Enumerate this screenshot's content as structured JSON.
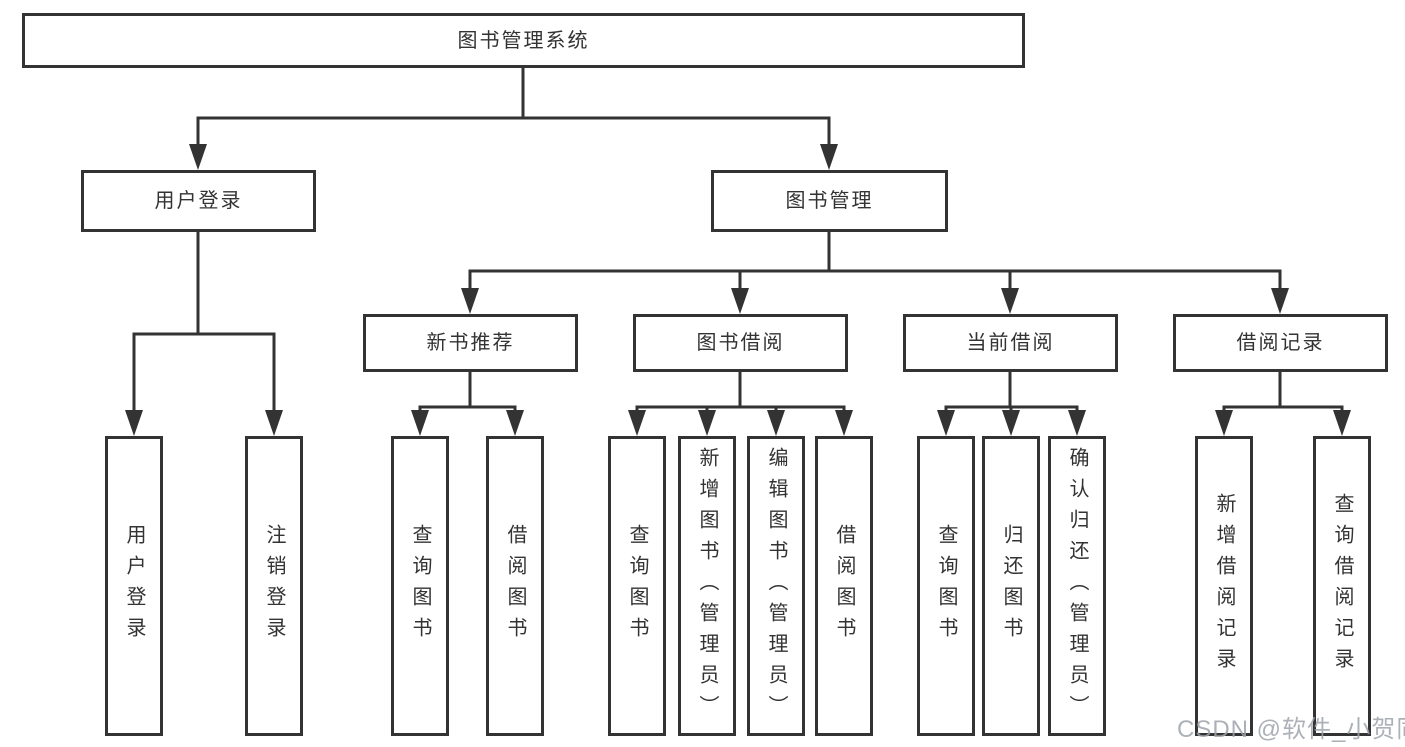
{
  "diagram": {
    "type": "hierarchy-tree",
    "line_color": "#333333",
    "text_color": "#333333",
    "background": "#ffffff"
  },
  "tree": {
    "root": "图书管理系统",
    "branches": [
      {
        "label": "用户登录",
        "leaves": [
          "用户登录",
          "注销登录"
        ]
      },
      {
        "label": "图书管理",
        "groups": [
          {
            "label": "新书推荐",
            "leaves": [
              "查询图书",
              "借阅图书"
            ]
          },
          {
            "label": "图书借阅",
            "leaves": [
              "查询图书",
              "新增图书（管理员）",
              "编辑图书（管理员）",
              "借阅图书"
            ]
          },
          {
            "label": "当前借阅",
            "leaves": [
              "查询图书",
              "归还图书",
              "确认归还（管理员）"
            ]
          },
          {
            "label": "借阅记录",
            "leaves": [
              "新增借阅记录",
              "查询借阅记录"
            ]
          }
        ]
      }
    ]
  },
  "watermark": {
    "text": "CSDN @软件_小贺同学"
  }
}
